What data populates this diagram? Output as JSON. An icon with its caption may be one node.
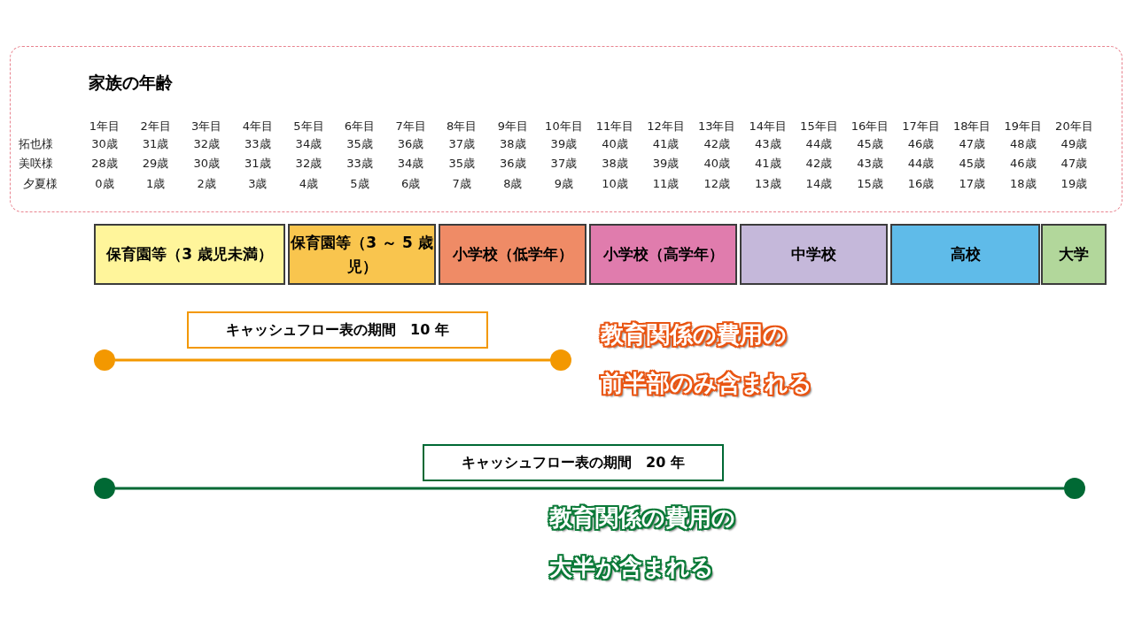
{
  "diagram": {
    "nodes": [
      {
        "text": [
          "家族の年齢"
        ]
      },
      {
        "text": [
          "保育園等（3 歳児未満）"
        ]
      },
      {
        "text": [
          "保育園等（3 ～ 5 歳児）"
        ]
      },
      {
        "text": [
          "小学校（低学年）"
        ]
      },
      {
        "text": [
          "小学校（高学年）"
        ]
      },
      {
        "text": [
          "中学校"
        ]
      },
      {
        "text": [
          "高校"
        ]
      },
      {
        "text": [
          "大学"
        ]
      },
      {
        "text": [
          "キャッシュフロー表の期間　10 年"
        ]
      },
      {
        "text": [],
        "shape": "circle"
      },
      {
        "text": [],
        "shape": "circle"
      },
      {
        "text": [
          "キャッシュフロー表の期間　20 年"
        ]
      },
      {
        "text": [],
        "shape": "circle"
      },
      {
        "text": [],
        "shape": "circle"
      }
    ],
    "edges": [
      {
        "from": 9,
        "to": 10,
        "arrow": "none",
        "color": "#f39800"
      },
      {
        "from": 12,
        "to": 13,
        "arrow": "none",
        "color": "#006934"
      }
    ],
    "labels": [
      "1年目",
      "2年目",
      "3年目",
      "4年目",
      "5年目",
      "6年目",
      "7年目",
      "8年目",
      "9年目",
      "10年目",
      "11年目",
      "12年目",
      "13年目",
      "14年目",
      "15年目",
      "16年目",
      "17年目",
      "18年目",
      "19年目",
      "20年目",
      "拓也様",
      "30歳",
      "31歳",
      "32歳",
      "33歳",
      "34歳",
      "35歳",
      "36歳",
      "37歳",
      "38歳",
      "39歳",
      "40歳",
      "41歳",
      "42歳",
      "43歳",
      "44歳",
      "45歳",
      "46歳",
      "47歳",
      "48歳",
      "49歳",
      "美咲様",
      "28歳",
      "29歳",
      "30歳",
      "31歳",
      "32歳",
      "33歳",
      "34歳",
      "35歳",
      "36歳",
      "37歳",
      "38歳",
      "39歳",
      "40歳",
      "41歳",
      "42歳",
      "43歳",
      "44歳",
      "45歳",
      "46歳",
      "47歳",
      "夕夏様",
      "0歳",
      "1歳",
      "2歳",
      "3歳",
      "4歳",
      "5歳",
      "6歳",
      "7歳",
      "8歳",
      "9歳",
      "10歳",
      "11歳",
      "12歳",
      "13歳",
      "14歳",
      "15歳",
      "16歳",
      "17歳",
      "18歳",
      "19歳",
      "教育関係の費用の",
      "前半部のみ含まれる",
      "教育関係の費用の",
      "大半が含まれる"
    ]
  }
}
